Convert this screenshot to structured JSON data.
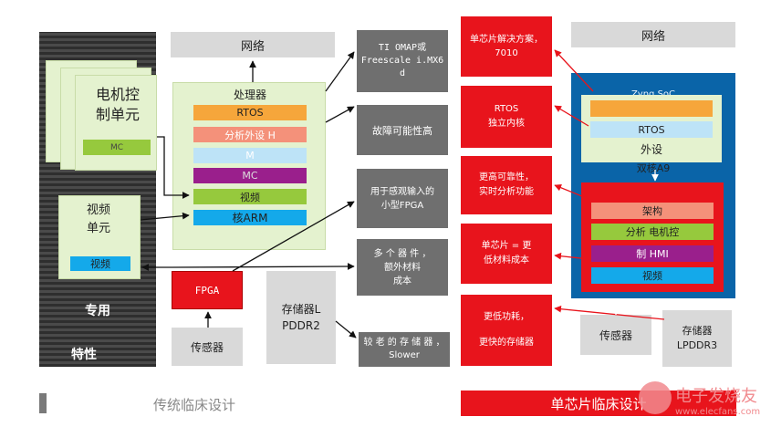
{
  "left": {
    "motor_title": "电机控\n制单元",
    "motor_mc": "MC",
    "video_title": "视频\n单元",
    "video_label": "视频",
    "dedicated": "专用",
    "feature": "特性"
  },
  "network_left": "网络",
  "processor": {
    "title": "处理器",
    "rows": [
      "RTOS",
      "分析外设 H",
      "M",
      "MC",
      "视频",
      "核ARM"
    ]
  },
  "fpga": "FPGA",
  "storage_left": "存储器L\nPDDR2",
  "sensor_left": "传感器",
  "middle_boxes": {
    "omap": "TI OMAP或\nFreescale i.MX6\nd",
    "fault": "故障可能性高",
    "small_fpga": "用于感观输入的\n小型FPGA",
    "multi": "多 个 器 件 ，\n额外材料\n成本",
    "slow": "较 老 的 存 储 器 ，\nSlower"
  },
  "red_boxes": {
    "single_chip": "单芯片解决方案，\n7010",
    "rtos_core": "RTOS\n独立内核",
    "reliability": "更高可靠性，\n实时分析功能",
    "cost": "单芯片 = 更\n低材料成本",
    "power": "更低功耗，\n\n更快的存储器"
  },
  "network_right": "网络",
  "zynq": {
    "title": "Zynq SoC",
    "rtos": "RTOS",
    "peripheral": "外设",
    "dual_core": "双核A9",
    "arch": "架构",
    "analysis_motor": "分析 电机控",
    "hmi": "制 HMI",
    "video": "视频"
  },
  "sensor_right": "传感器",
  "storage_right": "存储器\nLPDDR3",
  "bottom": {
    "traditional": "传统临床设计",
    "single_design": "单芯片临床设计"
  },
  "watermark": {
    "brand": "电子发烧友",
    "url": "www.elecfans.com"
  },
  "colors": {
    "red": "#e8141c",
    "blue": "#0a64a8",
    "green_panel": "#e4f2cf",
    "orange": "#f6a63b",
    "salmon": "#f4917a",
    "light_blue": "#bde3f7",
    "purple": "#9a1f8c",
    "green": "#96c93d",
    "cyan": "#14a9ea",
    "gray": "#d9d9d9",
    "dark_gray": "#6f6f6f"
  }
}
